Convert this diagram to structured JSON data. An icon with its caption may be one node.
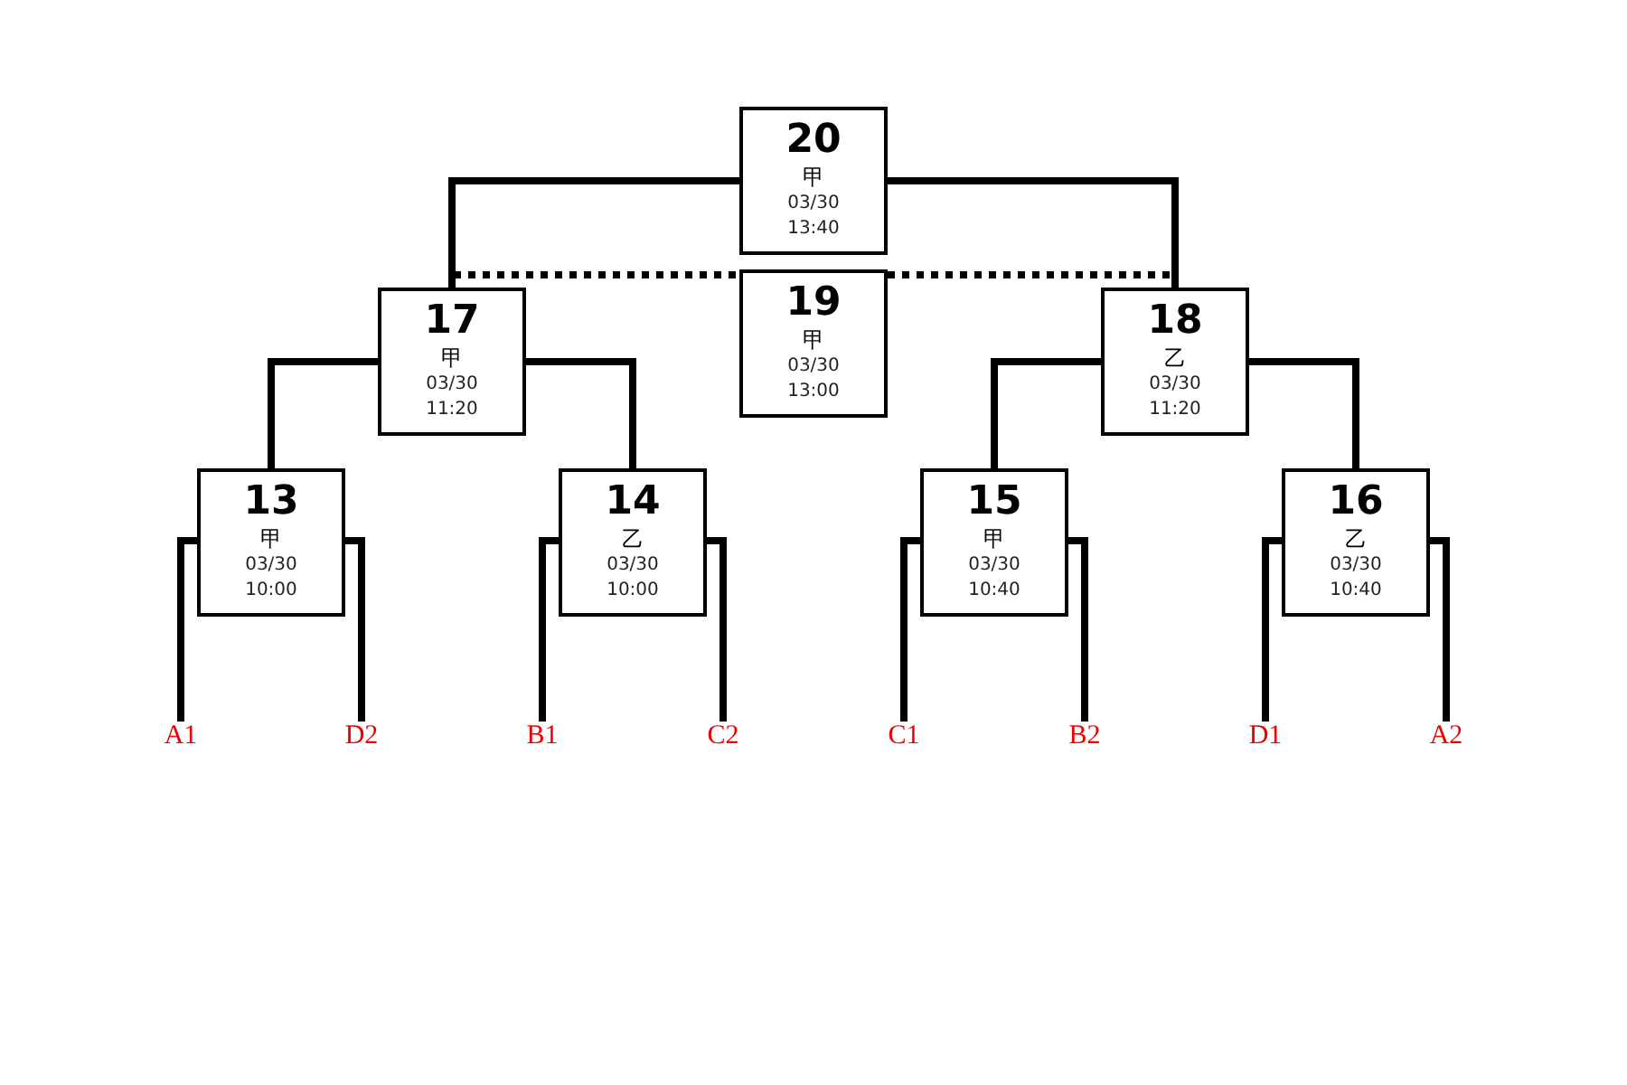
{
  "diagram": {
    "nodes": [
      {
        "text": [
          "20",
          "甲",
          "03/30",
          "13:40"
        ]
      },
      {
        "text": [
          "19",
          "甲",
          "03/30",
          "13:00"
        ]
      },
      {
        "text": [
          "17",
          "甲",
          "03/30",
          "11:20"
        ]
      },
      {
        "text": [
          "18",
          "乙",
          "03/30",
          "11:20"
        ]
      },
      {
        "text": [
          "13",
          "甲",
          "03/30",
          "10:00"
        ]
      },
      {
        "text": [
          "14",
          "乙",
          "03/30",
          "10:00"
        ]
      },
      {
        "text": [
          "15",
          "甲",
          "03/30",
          "10:40"
        ]
      },
      {
        "text": [
          "16",
          "乙",
          "03/30",
          "10:40"
        ]
      },
      {
        "text": [
          "A1"
        ]
      },
      {
        "text": [
          "D2"
        ]
      },
      {
        "text": [
          "B1"
        ]
      },
      {
        "text": [
          "C2"
        ]
      },
      {
        "text": [
          "C1"
        ]
      },
      {
        "text": [
          "B2"
        ]
      },
      {
        "text": [
          "D1"
        ]
      },
      {
        "text": [
          "A2"
        ]
      }
    ],
    "edges": [
      {
        "from": 0,
        "to": 2,
        "arrow": "none"
      },
      {
        "from": 0,
        "to": 3,
        "arrow": "none"
      },
      {
        "from": 2,
        "to": 3,
        "arrow": "none",
        "style": "dashed"
      },
      {
        "from": 2,
        "to": 4,
        "arrow": "none"
      },
      {
        "from": 2,
        "to": 5,
        "arrow": "none"
      },
      {
        "from": 3,
        "to": 6,
        "arrow": "none"
      },
      {
        "from": 3,
        "to": 7,
        "arrow": "none"
      },
      {
        "from": 4,
        "to": 8,
        "arrow": "none"
      },
      {
        "from": 4,
        "to": 9,
        "arrow": "none"
      },
      {
        "from": 5,
        "to": 10,
        "arrow": "none"
      },
      {
        "from": 5,
        "to": 11,
        "arrow": "none"
      },
      {
        "from": 6,
        "to": 12,
        "arrow": "none"
      },
      {
        "from": 6,
        "to": 13,
        "arrow": "none"
      },
      {
        "from": 7,
        "to": 14,
        "arrow": "none"
      },
      {
        "from": 7,
        "to": 15,
        "arrow": "none"
      }
    ]
  }
}
